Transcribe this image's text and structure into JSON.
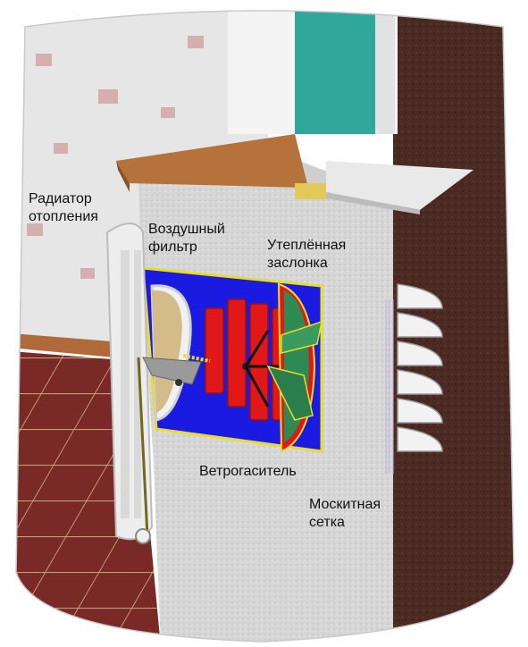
{
  "labels": {
    "radiator": [
      "Радиатор",
      "отопления"
    ],
    "air_filter": [
      "Воздушный",
      "фильтр"
    ],
    "damper": [
      "Утеплённая",
      "заслонка"
    ],
    "wind_damper": [
      "Ветрогаситель"
    ],
    "mosquito_net": [
      "Москитная",
      "сетка"
    ]
  },
  "colors": {
    "wall_brick": "#4a2a22",
    "insulation": "#d8d8d8",
    "sill_wood": "#b5733b",
    "window_glass": "#2fa79a",
    "floor_tile": "#7a2a26",
    "duct_blue": "#1a1ae0",
    "fan_red": "#e01818",
    "damper_green": "#2e8a52",
    "filter_yellow": "#e8dc2a",
    "wallpaper": "#e6e6e6"
  }
}
